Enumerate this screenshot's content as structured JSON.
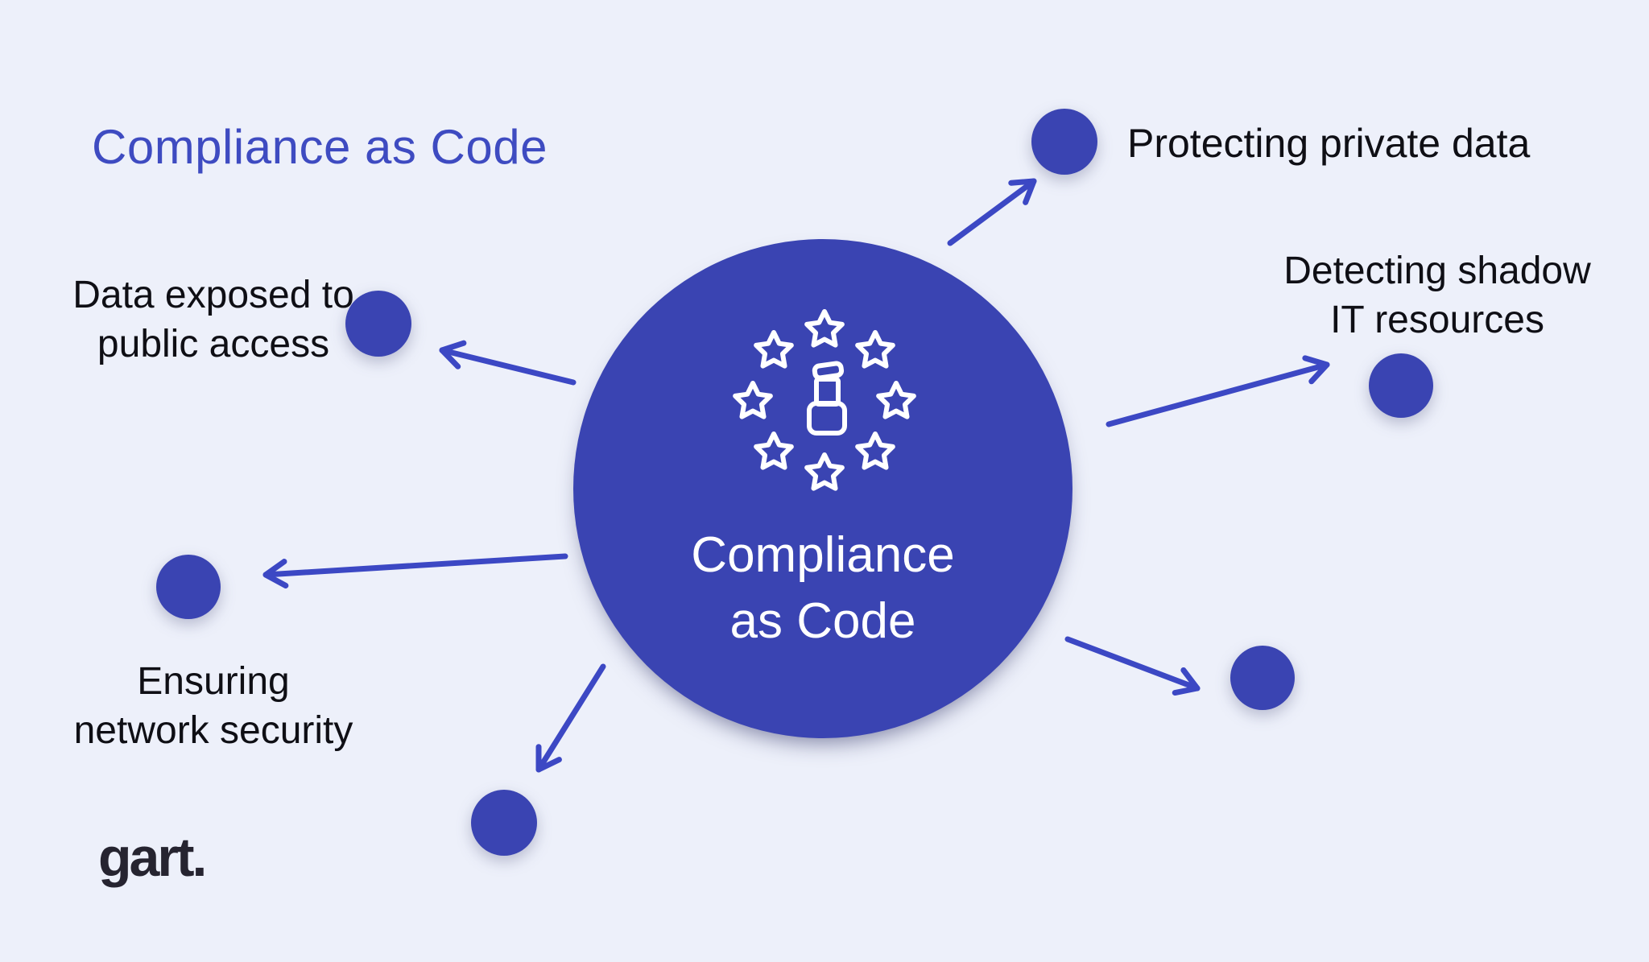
{
  "title": {
    "text": "Compliance as Code"
  },
  "center": {
    "icon": "eu-stars-person-icon",
    "line1": "Compliance",
    "line2": "as Code"
  },
  "satellites": {
    "data_exposed": {
      "line1": "Data exposed to",
      "line2": "public access"
    },
    "protecting": {
      "text": "Protecting private data"
    },
    "detecting": {
      "line1": "Detecting shadow",
      "line2": "IT resources"
    },
    "ensuring": {
      "line1": "Ensuring",
      "line2": "network security"
    }
  },
  "logo": {
    "text": "gart."
  },
  "colors": {
    "background": "#edf0fa",
    "primary": "#3a44b2",
    "arrow": "#3c48c4",
    "title": "#3e4bc1",
    "text": "#0f0f15",
    "logo": "#262430"
  }
}
